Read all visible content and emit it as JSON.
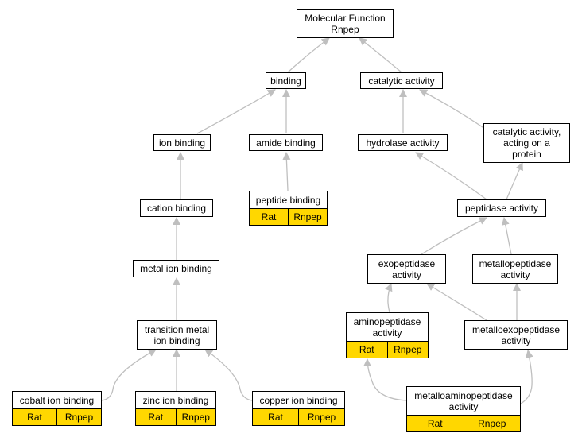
{
  "colors": {
    "edge": "#bfbfbf",
    "tag_fill": "#ffd700",
    "border": "#000000"
  },
  "nodes": {
    "root": "Molecular Function\nRnpep",
    "binding": "binding",
    "catalytic": "catalytic activity",
    "ion_binding": "ion binding",
    "amide_binding": "amide binding",
    "hydrolase": "hydrolase activity",
    "cat_protein": "catalytic activity,\nacting on a\nprotein",
    "cation_binding": "cation binding",
    "peptide_binding": "peptide binding",
    "peptidase": "peptidase activity",
    "metal_ion_binding": "metal ion binding",
    "exopeptidase": "exopeptidase\nactivity",
    "metallopeptidase": "metallopeptidase\nactivity",
    "transition_metal": "transition metal\nion binding",
    "aminopeptidase": "aminopeptidase\nactivity",
    "metalloexopeptidase": "metalloexopeptidase\nactivity",
    "cobalt": "cobalt ion binding",
    "zinc": "zinc ion binding",
    "copper": "copper ion binding",
    "metalloaminopeptidase": "metalloaminopeptidase\nactivity"
  },
  "tags": {
    "species": "Rat",
    "gene": "Rnpep"
  }
}
